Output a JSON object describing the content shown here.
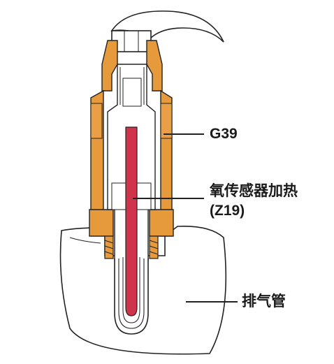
{
  "labels": {
    "sensor": "G39",
    "heater_name": "氧传感器加热",
    "heater_code": "(Z19)",
    "exhaust_pipe": "排气管"
  },
  "colors": {
    "housing": "#e69a3c",
    "heater": "#d0344a",
    "outline": "#222222",
    "background": "#ffffff"
  }
}
